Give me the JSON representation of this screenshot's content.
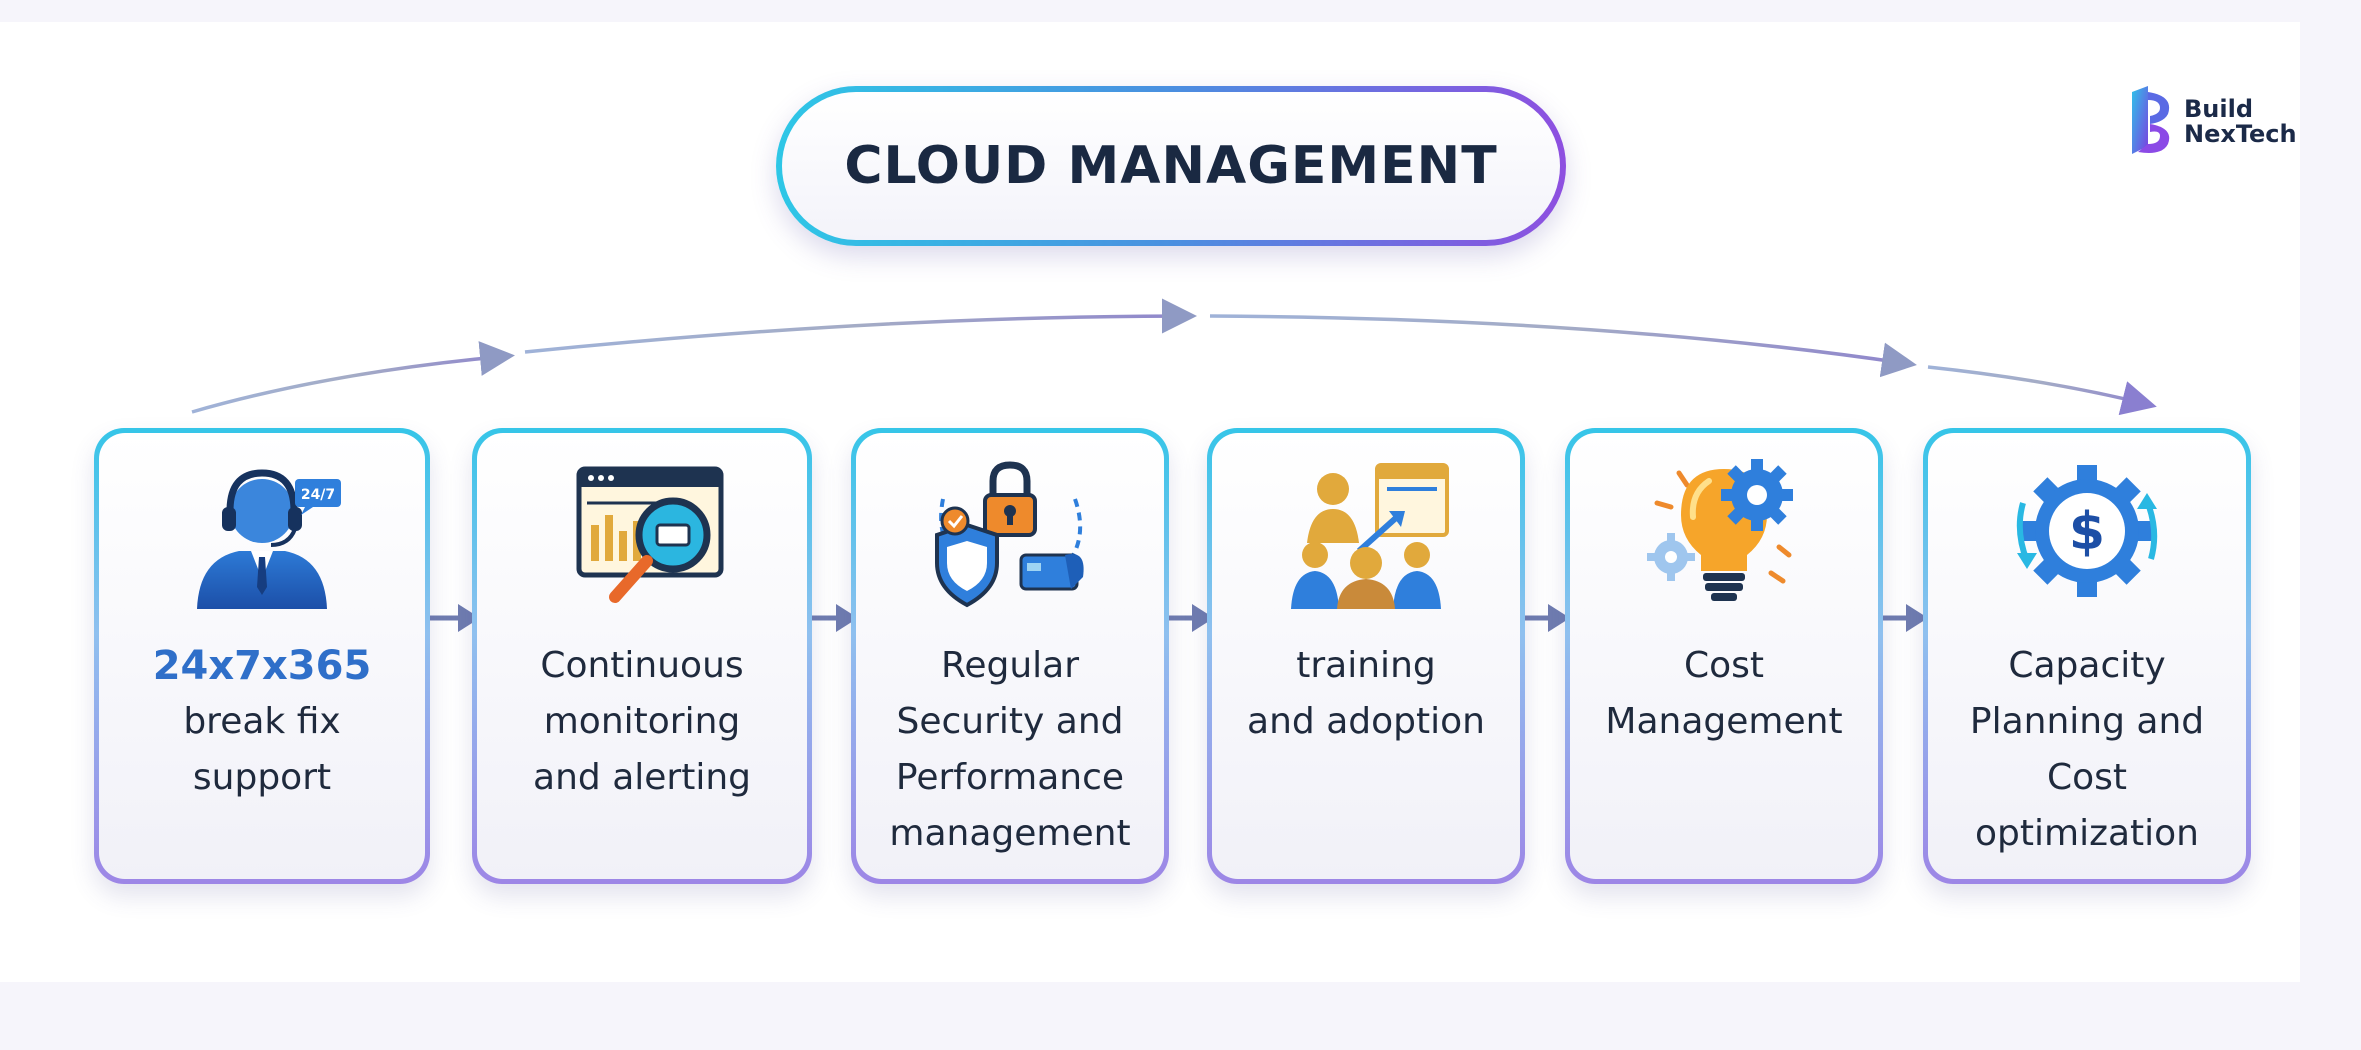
{
  "title": "CLOUD MANAGEMENT",
  "logo": {
    "line1": "Build",
    "line2": "NexTech"
  },
  "colors": {
    "accent_cyan": "#2ec7e6",
    "accent_blue": "#2f6fc9",
    "accent_purple": "#8e4fe0",
    "arrow": "#6f7cb0",
    "text_dark": "#1a2942"
  },
  "steps": [
    {
      "icon": "support-agent-icon",
      "highlight": "24x7x365",
      "lines": [
        "break fix",
        "support"
      ]
    },
    {
      "icon": "monitoring-magnifier-icon",
      "lines": [
        "Continuous",
        "monitoring",
        "and alerting"
      ]
    },
    {
      "icon": "security-lock-shield-icon",
      "lines": [
        "Regular",
        "Security and",
        "Performance",
        "management"
      ]
    },
    {
      "icon": "training-group-icon",
      "lines": [
        "training",
        "and adoption"
      ]
    },
    {
      "icon": "lightbulb-gears-icon",
      "lines": [
        "Cost",
        "Management"
      ]
    },
    {
      "icon": "dollar-gear-icon",
      "lines": [
        "Capacity",
        "Planning and",
        "Cost",
        "optimization"
      ]
    }
  ]
}
